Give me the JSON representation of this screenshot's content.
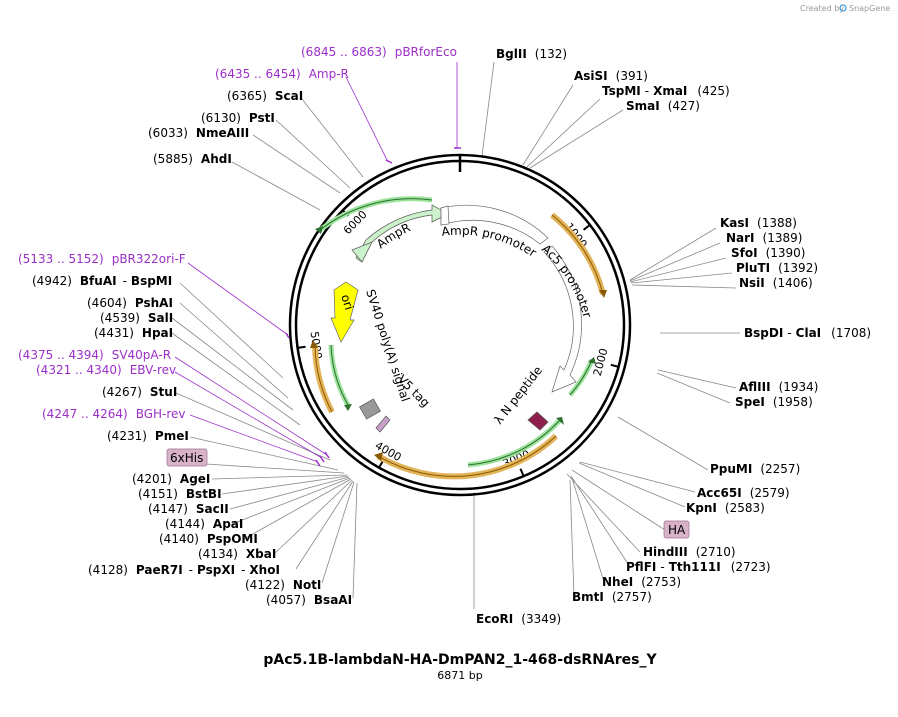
{
  "title": "pAc5.1B-lambdaN-HA-DmPAN2_1-468-dsRNAres_Y",
  "length_label": "6871 bp",
  "credit": {
    "text": "Created by",
    "brand": "SnapGene"
  },
  "backbone_ticks": [
    {
      "bp": 1000,
      "label": "1000"
    },
    {
      "bp": 2000,
      "label": "2000"
    },
    {
      "bp": 3000,
      "label": "3000"
    },
    {
      "bp": 4000,
      "label": "4000"
    },
    {
      "bp": 5000,
      "label": "5000"
    },
    {
      "bp": 6000,
      "label": "6000"
    }
  ],
  "features": [
    {
      "name": "AmpR",
      "type": "cds",
      "color": "#ccf2cc",
      "dir": "reverse"
    },
    {
      "name": "AmpR promoter",
      "type": "promoter",
      "color": "#ffffff",
      "dir": "reverse"
    },
    {
      "name": "Ac5 promoter",
      "type": "promoter",
      "color": "#ffffff",
      "dir": "forward"
    },
    {
      "name": "ori",
      "type": "origin",
      "color": "#ffff00",
      "dir": "reverse"
    },
    {
      "name": "SV40 poly(A) signal",
      "type": "terminator",
      "color": "#999999",
      "dir": "forward"
    },
    {
      "name": "V5 tag",
      "type": "tag",
      "color": "#c9a0c9",
      "dir": "forward"
    },
    {
      "name": "λ N peptide",
      "type": "cds",
      "color": "#8e1e4c",
      "dir": "forward"
    }
  ],
  "boxed_labels": [
    {
      "text": "6xHis",
      "color": "#d8b2c8"
    },
    {
      "text": "HA",
      "color": "#d8b2c8"
    }
  ],
  "sites": [
    {
      "name": "BglII",
      "pos": "(132)"
    },
    {
      "name": "AsiSI",
      "pos": "(391)"
    },
    {
      "name": "TspMI",
      "name2": "XmaI",
      "pos": "(425)"
    },
    {
      "name": "SmaI",
      "pos": "(427)"
    },
    {
      "name": "KasI",
      "pos": "(1388)"
    },
    {
      "name": "NarI",
      "pos": "(1389)"
    },
    {
      "name": "SfoI",
      "pos": "(1390)"
    },
    {
      "name": "PluTI",
      "pos": "(1392)"
    },
    {
      "name": "NsiI",
      "pos": "(1406)"
    },
    {
      "name": "BspDI",
      "name2": "ClaI",
      "pos": "(1708)"
    },
    {
      "name": "AflIII",
      "pos": "(1934)"
    },
    {
      "name": "SpeI",
      "pos": "(1958)"
    },
    {
      "name": "PpuMI",
      "pos": "(2257)"
    },
    {
      "name": "Acc65I",
      "pos": "(2579)"
    },
    {
      "name": "KpnI",
      "pos": "(2583)"
    },
    {
      "name": "HindIII",
      "pos": "(2710)"
    },
    {
      "name": "PflFI",
      "name2": "Tth111I",
      "pos": "(2723)"
    },
    {
      "name": "NheI",
      "pos": "(2753)"
    },
    {
      "name": "BmtI",
      "pos": "(2757)"
    },
    {
      "name": "EcoRI",
      "pos": "(3349)"
    },
    {
      "name": "BsaAI",
      "pos": "(4057)"
    },
    {
      "name": "NotI",
      "pos": "(4122)"
    },
    {
      "name": "PaeR7I",
      "name2": "PspXI",
      "name3": "XhoI",
      "pos": "(4128)"
    },
    {
      "name": "XbaI",
      "pos": "(4134)"
    },
    {
      "name": "PspOMI",
      "pos": "(4140)"
    },
    {
      "name": "ApaI",
      "pos": "(4144)"
    },
    {
      "name": "SacII",
      "pos": "(4147)"
    },
    {
      "name": "BstBI",
      "pos": "(4151)"
    },
    {
      "name": "AgeI",
      "pos": "(4201)"
    },
    {
      "name": "PmeI",
      "pos": "(4231)"
    },
    {
      "name": "StuI",
      "pos": "(4267)"
    },
    {
      "name": "HpaI",
      "pos": "(4431)"
    },
    {
      "name": "SalI",
      "pos": "(4539)"
    },
    {
      "name": "PshAI",
      "pos": "(4604)"
    },
    {
      "name": "BfuAI",
      "name2": "BspMI",
      "pos": "(4942)"
    },
    {
      "name": "AhdI",
      "pos": "(5885)"
    },
    {
      "name": "NmeAIII",
      "pos": "(6033)"
    },
    {
      "name": "PstI",
      "pos": "(6130)"
    },
    {
      "name": "ScaI",
      "pos": "(6365)"
    }
  ],
  "primers": [
    {
      "range": "(6845 .. 6863)",
      "name": "pBRforEco"
    },
    {
      "range": "(6435 .. 6454)",
      "name": "Amp-R"
    },
    {
      "range": "(5133 .. 5152)",
      "name": "pBR322ori-F"
    },
    {
      "range": "(4375 .. 4394)",
      "name": "SV40pA-R"
    },
    {
      "range": "(4321 .. 4340)",
      "name": "EBV-rev"
    },
    {
      "range": "(4247 .. 4264)",
      "name": "BGH-rev"
    }
  ]
}
